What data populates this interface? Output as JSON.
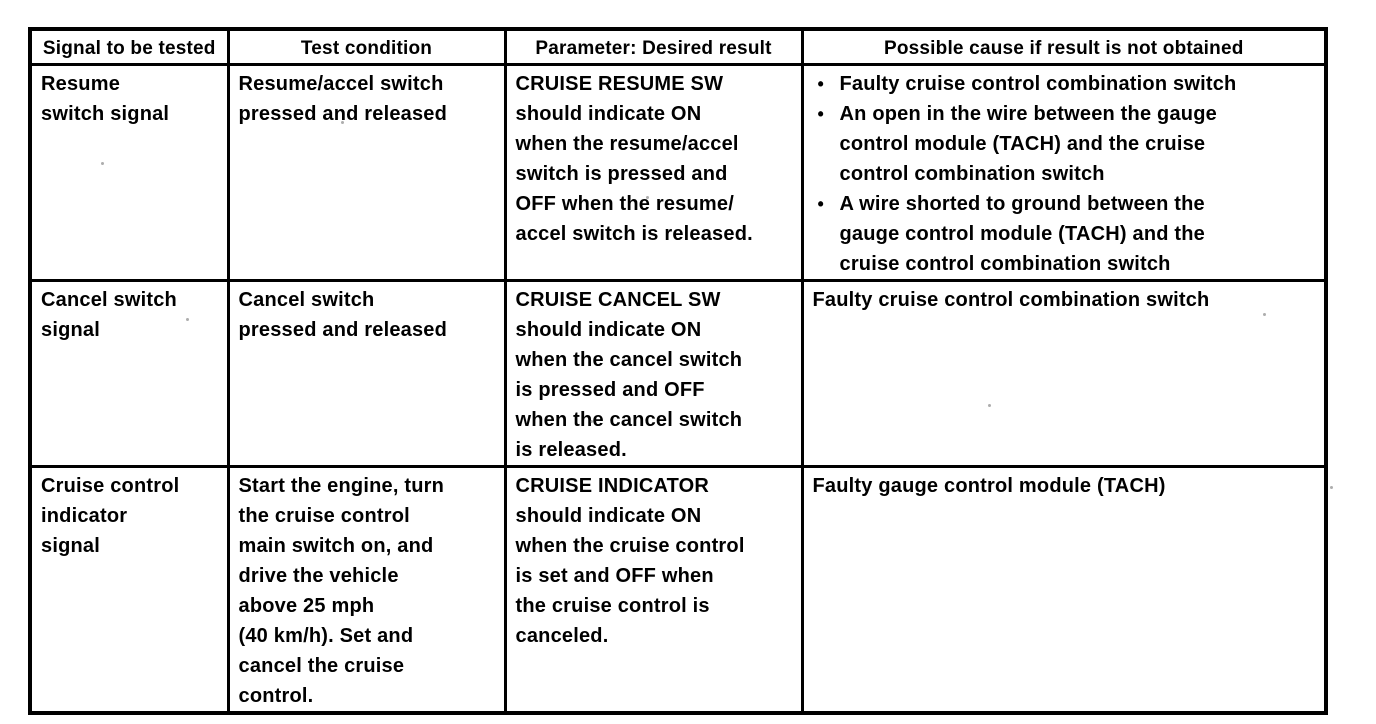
{
  "document": {
    "type": "service-manual troubleshooting table",
    "bullet_char": "•"
  },
  "table": {
    "headers": [
      "Signal to be tested",
      "Test condition",
      "Parameter: Desired result",
      "Possible cause if result is not obtained"
    ],
    "rows": [
      {
        "signal": "Resume\nswitch signal",
        "condition": "Resume/accel switch\npressed and released",
        "result": "CRUISE RESUME SW\nshould indicate ON\nwhen the resume/accel\nswitch is pressed and\nOFF when the resume/\naccel switch is released.",
        "causes": [
          "Faulty cruise control combination switch",
          "An open in the wire between the gauge\ncontrol module (TACH) and the cruise\ncontrol combination switch",
          "A wire shorted to ground between the\ngauge control module (TACH) and the\ncruise control combination switch"
        ]
      },
      {
        "signal": "Cancel switch\nsignal",
        "condition": "Cancel switch\npressed and released",
        "result": "CRUISE CANCEL SW\nshould indicate ON\nwhen the cancel switch\nis pressed and OFF\nwhen the cancel switch\nis released.",
        "causes": [
          "Faulty cruise control combination switch"
        ]
      },
      {
        "signal": "Cruise control\nindicator\nsignal",
        "condition": "Start the engine, turn\nthe cruise control\nmain switch on, and\ndrive the vehicle\nabove 25 mph\n(40 km/h). Set and\ncancel the cruise\ncontrol.",
        "result": "CRUISE INDICATOR\nshould indicate ON\nwhen the cruise control\nis set and OFF when\nthe cruise control is\ncanceled.",
        "causes": [
          "Faulty gauge control module (TACH)"
        ]
      }
    ]
  }
}
